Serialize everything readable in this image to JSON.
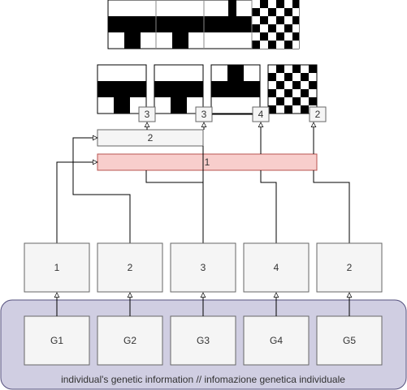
{
  "diagram": {
    "colors": {
      "container_fill": "#d0cee2",
      "container_stroke": "#56517e",
      "bar_fill": "#f8cecc",
      "bar_stroke": "#b85450",
      "box_fill": "#f5f5f5",
      "box_stroke": "#666666"
    },
    "genes": [
      "G1",
      "G2",
      "G3",
      "G4",
      "G5"
    ],
    "expression_values": [
      "1",
      "2",
      "3",
      "4",
      "2"
    ],
    "container_label": "individual's genetic information // infomazione genetica individuale",
    "bar_1_label": "1",
    "bar_2_label": "2",
    "tile_tags": [
      "3",
      "3",
      "4",
      "2"
    ]
  }
}
